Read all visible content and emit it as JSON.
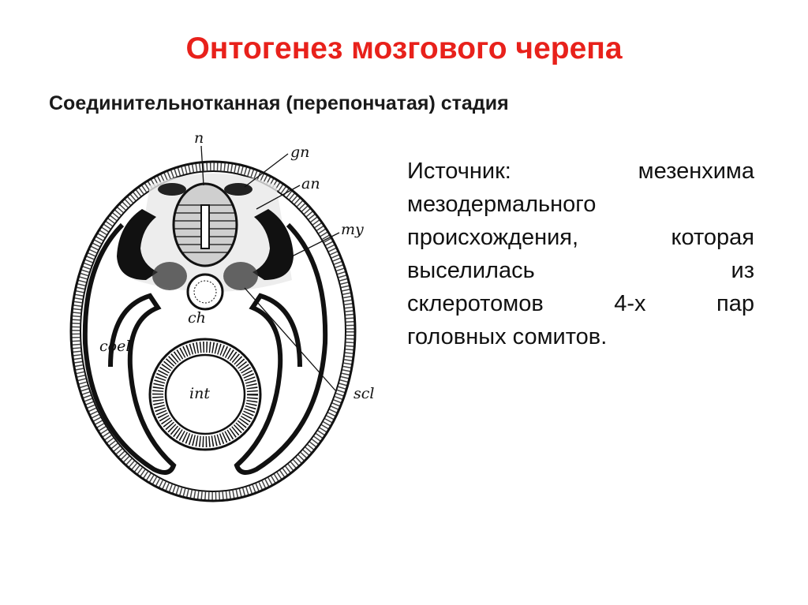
{
  "title": "Онтогенез мозгового черепа",
  "subtitle": "Соединительнотканная (перепончатая) стадия",
  "text_lines": [
    "Источник: мезенхима",
    "мезодермального",
    "происхождения, которая",
    "выселилась из",
    "склеротомов 4-х пар",
    "головных сомитов."
  ],
  "diagram": {
    "labels": {
      "n": "n",
      "gn": "gn",
      "an": "an",
      "my": "my",
      "ch": "ch",
      "coel": "coel",
      "int": "int",
      "scl": "scl"
    }
  }
}
